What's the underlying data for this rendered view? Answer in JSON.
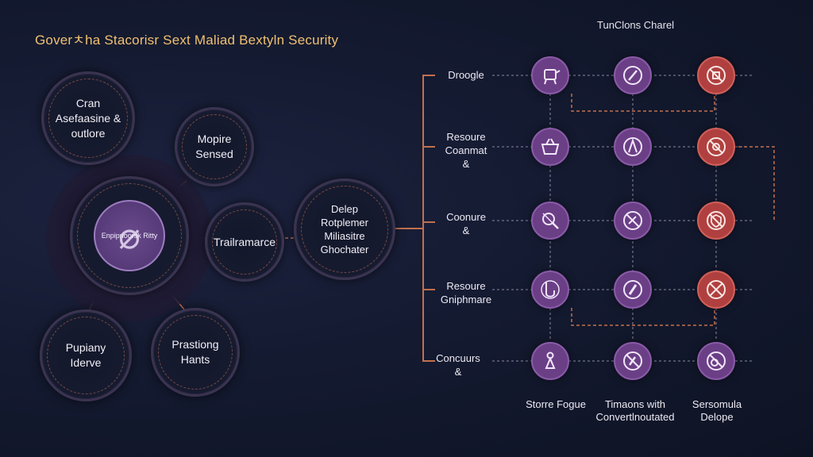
{
  "title": "Goverㅊha Stacorisr Sext Maliad Bextyln Security",
  "center_hub": {
    "label": "Enpiprioorsk Ritty"
  },
  "left_nodes": [
    {
      "id": "top",
      "label": "Cran\nAsefaasine &\noutlore"
    },
    {
      "id": "upper-right",
      "label": "Mopire\nSensed"
    },
    {
      "id": "right",
      "label": "Trailramarce"
    },
    {
      "id": "lower-left",
      "label": "Pupiany\nIderve"
    },
    {
      "id": "lower-right",
      "label": "Prastiong\nHants"
    }
  ],
  "middle_node": {
    "label": "Delep\nRotplemer\nMiliasitre\nGhochater"
  },
  "function_panel": {
    "title": "TunClons Charel",
    "rows": [
      {
        "label": "Droogle",
        "icons": [
          "robot-arm-icon",
          "pen-icon",
          "crossed-out-tool-icon"
        ],
        "colors": [
          "purple",
          "purple",
          "red"
        ]
      },
      {
        "label": "Resoure\nCoanmat\n&",
        "icons": [
          "basket-icon",
          "compass-icon",
          "crossed-mask-icon"
        ],
        "colors": [
          "purple",
          "purple",
          "red"
        ]
      },
      {
        "label": "Coonure\n&",
        "icons": [
          "search-icon",
          "crossed-tool-icon",
          "crossed-shield-icon"
        ],
        "colors": [
          "purple",
          "purple",
          "red"
        ]
      },
      {
        "label": "Resoure\nGniphmare",
        "icons": [
          "hook-icon",
          "slash-icon",
          "crossed-box-icon"
        ],
        "colors": [
          "purple",
          "purple",
          "red"
        ]
      },
      {
        "label": "Concuurs\n&",
        "icons": [
          "figure-icon",
          "crossed-pen-icon",
          "crossed-search-icon"
        ],
        "colors": [
          "purple",
          "purple",
          "purple"
        ]
      }
    ],
    "column_labels": [
      "Storre Fogue",
      "Timaons with\nConvertlnoutated",
      "Sersomula\nDelope"
    ]
  },
  "colors": {
    "background": "#141a30",
    "title": "#f0c070",
    "purple_node": "#6b3f86",
    "red_node": "#b0403f",
    "connector": "#c2704e"
  }
}
